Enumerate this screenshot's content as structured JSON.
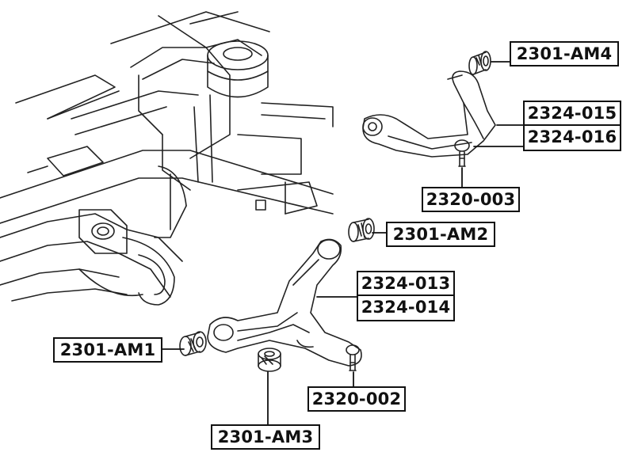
{
  "labels": {
    "am4": "2301-AM4",
    "p015": "2324-015",
    "p016": "2324-016",
    "p003": "2320-003",
    "am2": "2301-AM2",
    "p013": "2324-013",
    "p014": "2324-014",
    "am1": "2301-AM1",
    "p002": "2320-002",
    "am3": "2301-AM3"
  }
}
